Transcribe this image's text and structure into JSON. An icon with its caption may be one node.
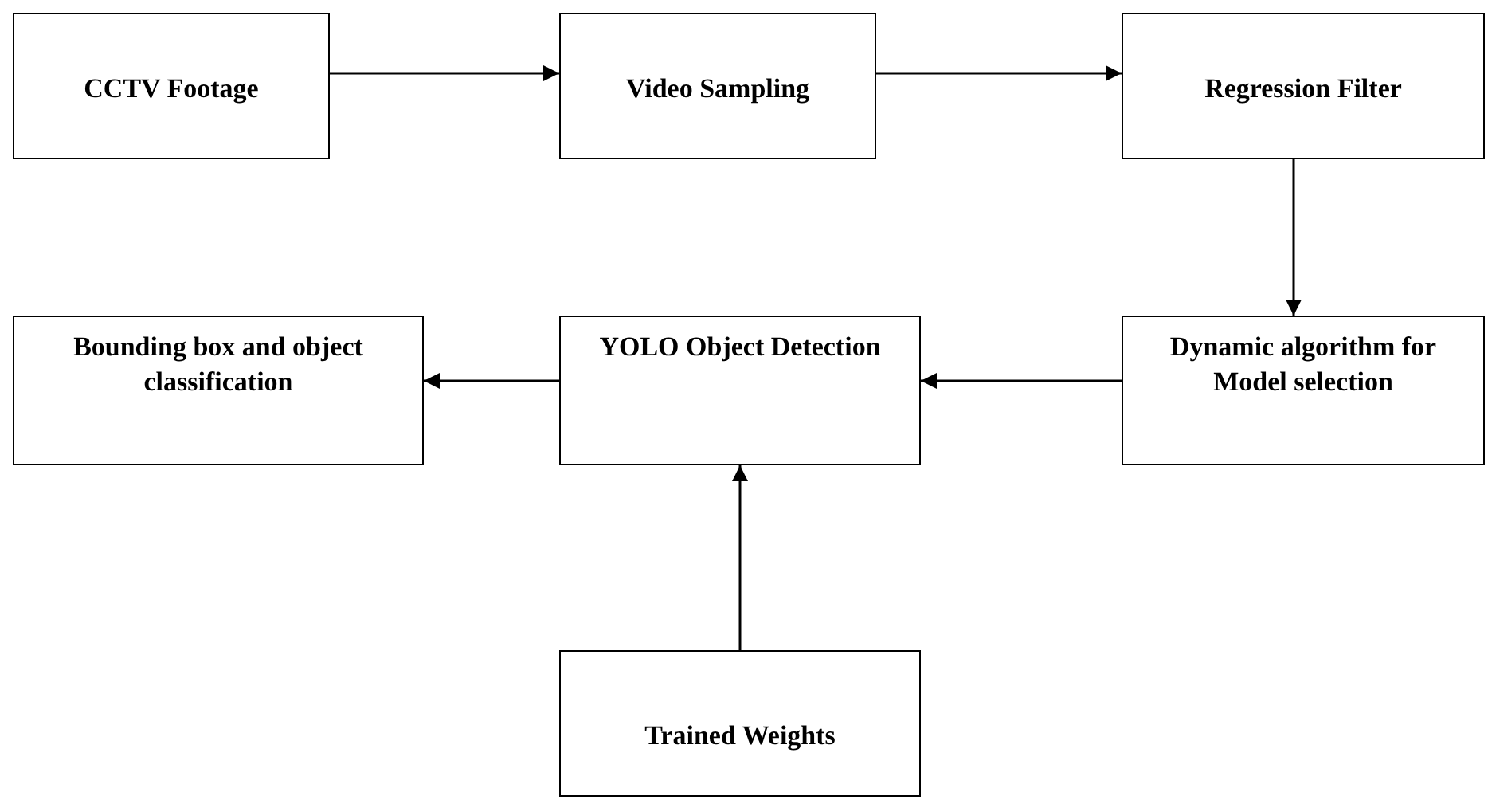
{
  "diagram": {
    "nodes": [
      {
        "text": [
          "CCTV Footage"
        ]
      },
      {
        "text": [
          "Video Sampling"
        ]
      },
      {
        "text": [
          "Regression Filter"
        ]
      },
      {
        "text": [
          "Bounding box and object classification"
        ]
      },
      {
        "text": [
          "YOLO Object Detection"
        ]
      },
      {
        "text": [
          "Dynamic algorithm for Model selection"
        ]
      },
      {
        "text": [
          "Trained Weights"
        ]
      }
    ],
    "edges": [
      {
        "from": 0,
        "to": 1,
        "arrow": "to"
      },
      {
        "from": 1,
        "to": 2,
        "arrow": "to"
      },
      {
        "from": 2,
        "to": 5,
        "arrow": "to"
      },
      {
        "from": 5,
        "to": 4,
        "arrow": "to"
      },
      {
        "from": 4,
        "to": 3,
        "arrow": "to"
      },
      {
        "from": 6,
        "to": 4,
        "arrow": "to"
      }
    ]
  }
}
